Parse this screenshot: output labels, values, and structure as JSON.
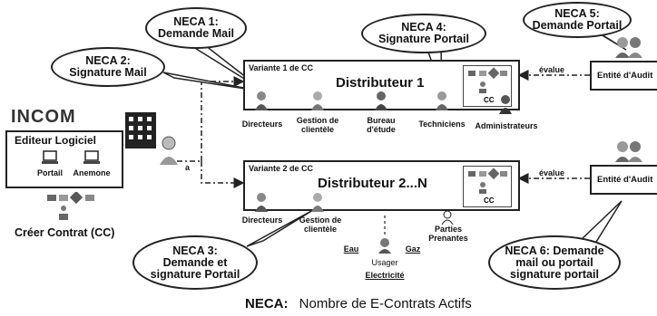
{
  "legend": {
    "key": "NECA:",
    "text": "Nombre de E-Contrats Actifs"
  },
  "neca1": {
    "line1": "NECA 1:",
    "line2": "Demande Mail"
  },
  "neca2": {
    "line1": "NECA 2:",
    "line2": "Signature Mail"
  },
  "neca3": {
    "line1": "NECA 3:",
    "line2": "Demande et",
    "line3": "signature Portail"
  },
  "neca4": {
    "line1": "NECA 4:",
    "line2": "Signature Portail"
  },
  "neca5": {
    "line1": "NECA 5:",
    "line2": "Demande Portail"
  },
  "neca6": {
    "line1": "NECA 6: Demande",
    "line2": "mail ou portail",
    "line3": "signature portail"
  },
  "incom": {
    "logo": "INCOM",
    "editor": "Editeur Logiciel",
    "portail": "Portail",
    "anemone": "Anemone",
    "create": "Créer Contrat (CC)"
  },
  "dist1": {
    "variant": "Variante 1 de CC",
    "title": "Distributeur 1",
    "cc": "CC",
    "roles": [
      "Directeurs",
      "Gestion de clientèle",
      "Bureau d'étude",
      "Techniciens",
      "Administrateurs"
    ]
  },
  "dist2": {
    "variant": "Variante 2 de CC",
    "title": "Distributeur 2...N",
    "cc": "CC",
    "roles": [
      "Directeurs",
      "Gestion de clientèle",
      "Parties Prenantes"
    ]
  },
  "audit": {
    "label": "Entité d'Audit",
    "evalue": "évalue"
  },
  "usager": {
    "eau": "Eau",
    "gaz": "Gaz",
    "usager": "Usager",
    "electricite": "Electricité"
  },
  "arrow_a": "a"
}
